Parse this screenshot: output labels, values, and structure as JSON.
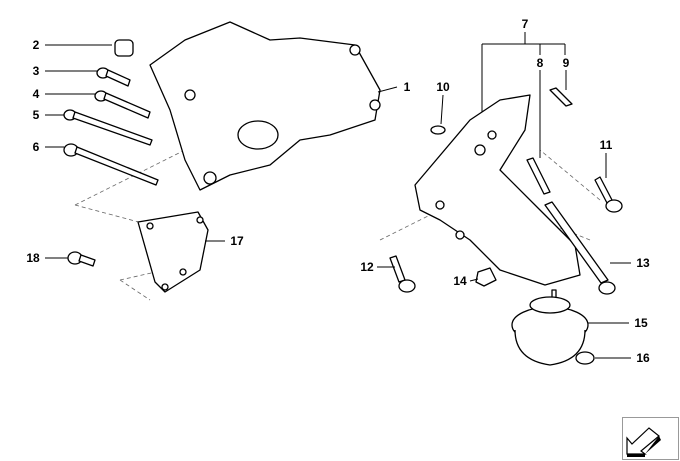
{
  "diagram": {
    "callouts": [
      "1",
      "2",
      "3",
      "4",
      "5",
      "6",
      "7",
      "8",
      "9",
      "10",
      "11",
      "12",
      "13",
      "14",
      "15",
      "16",
      "17",
      "18"
    ]
  },
  "nav": {
    "icon": "arrow-down-left-icon"
  }
}
